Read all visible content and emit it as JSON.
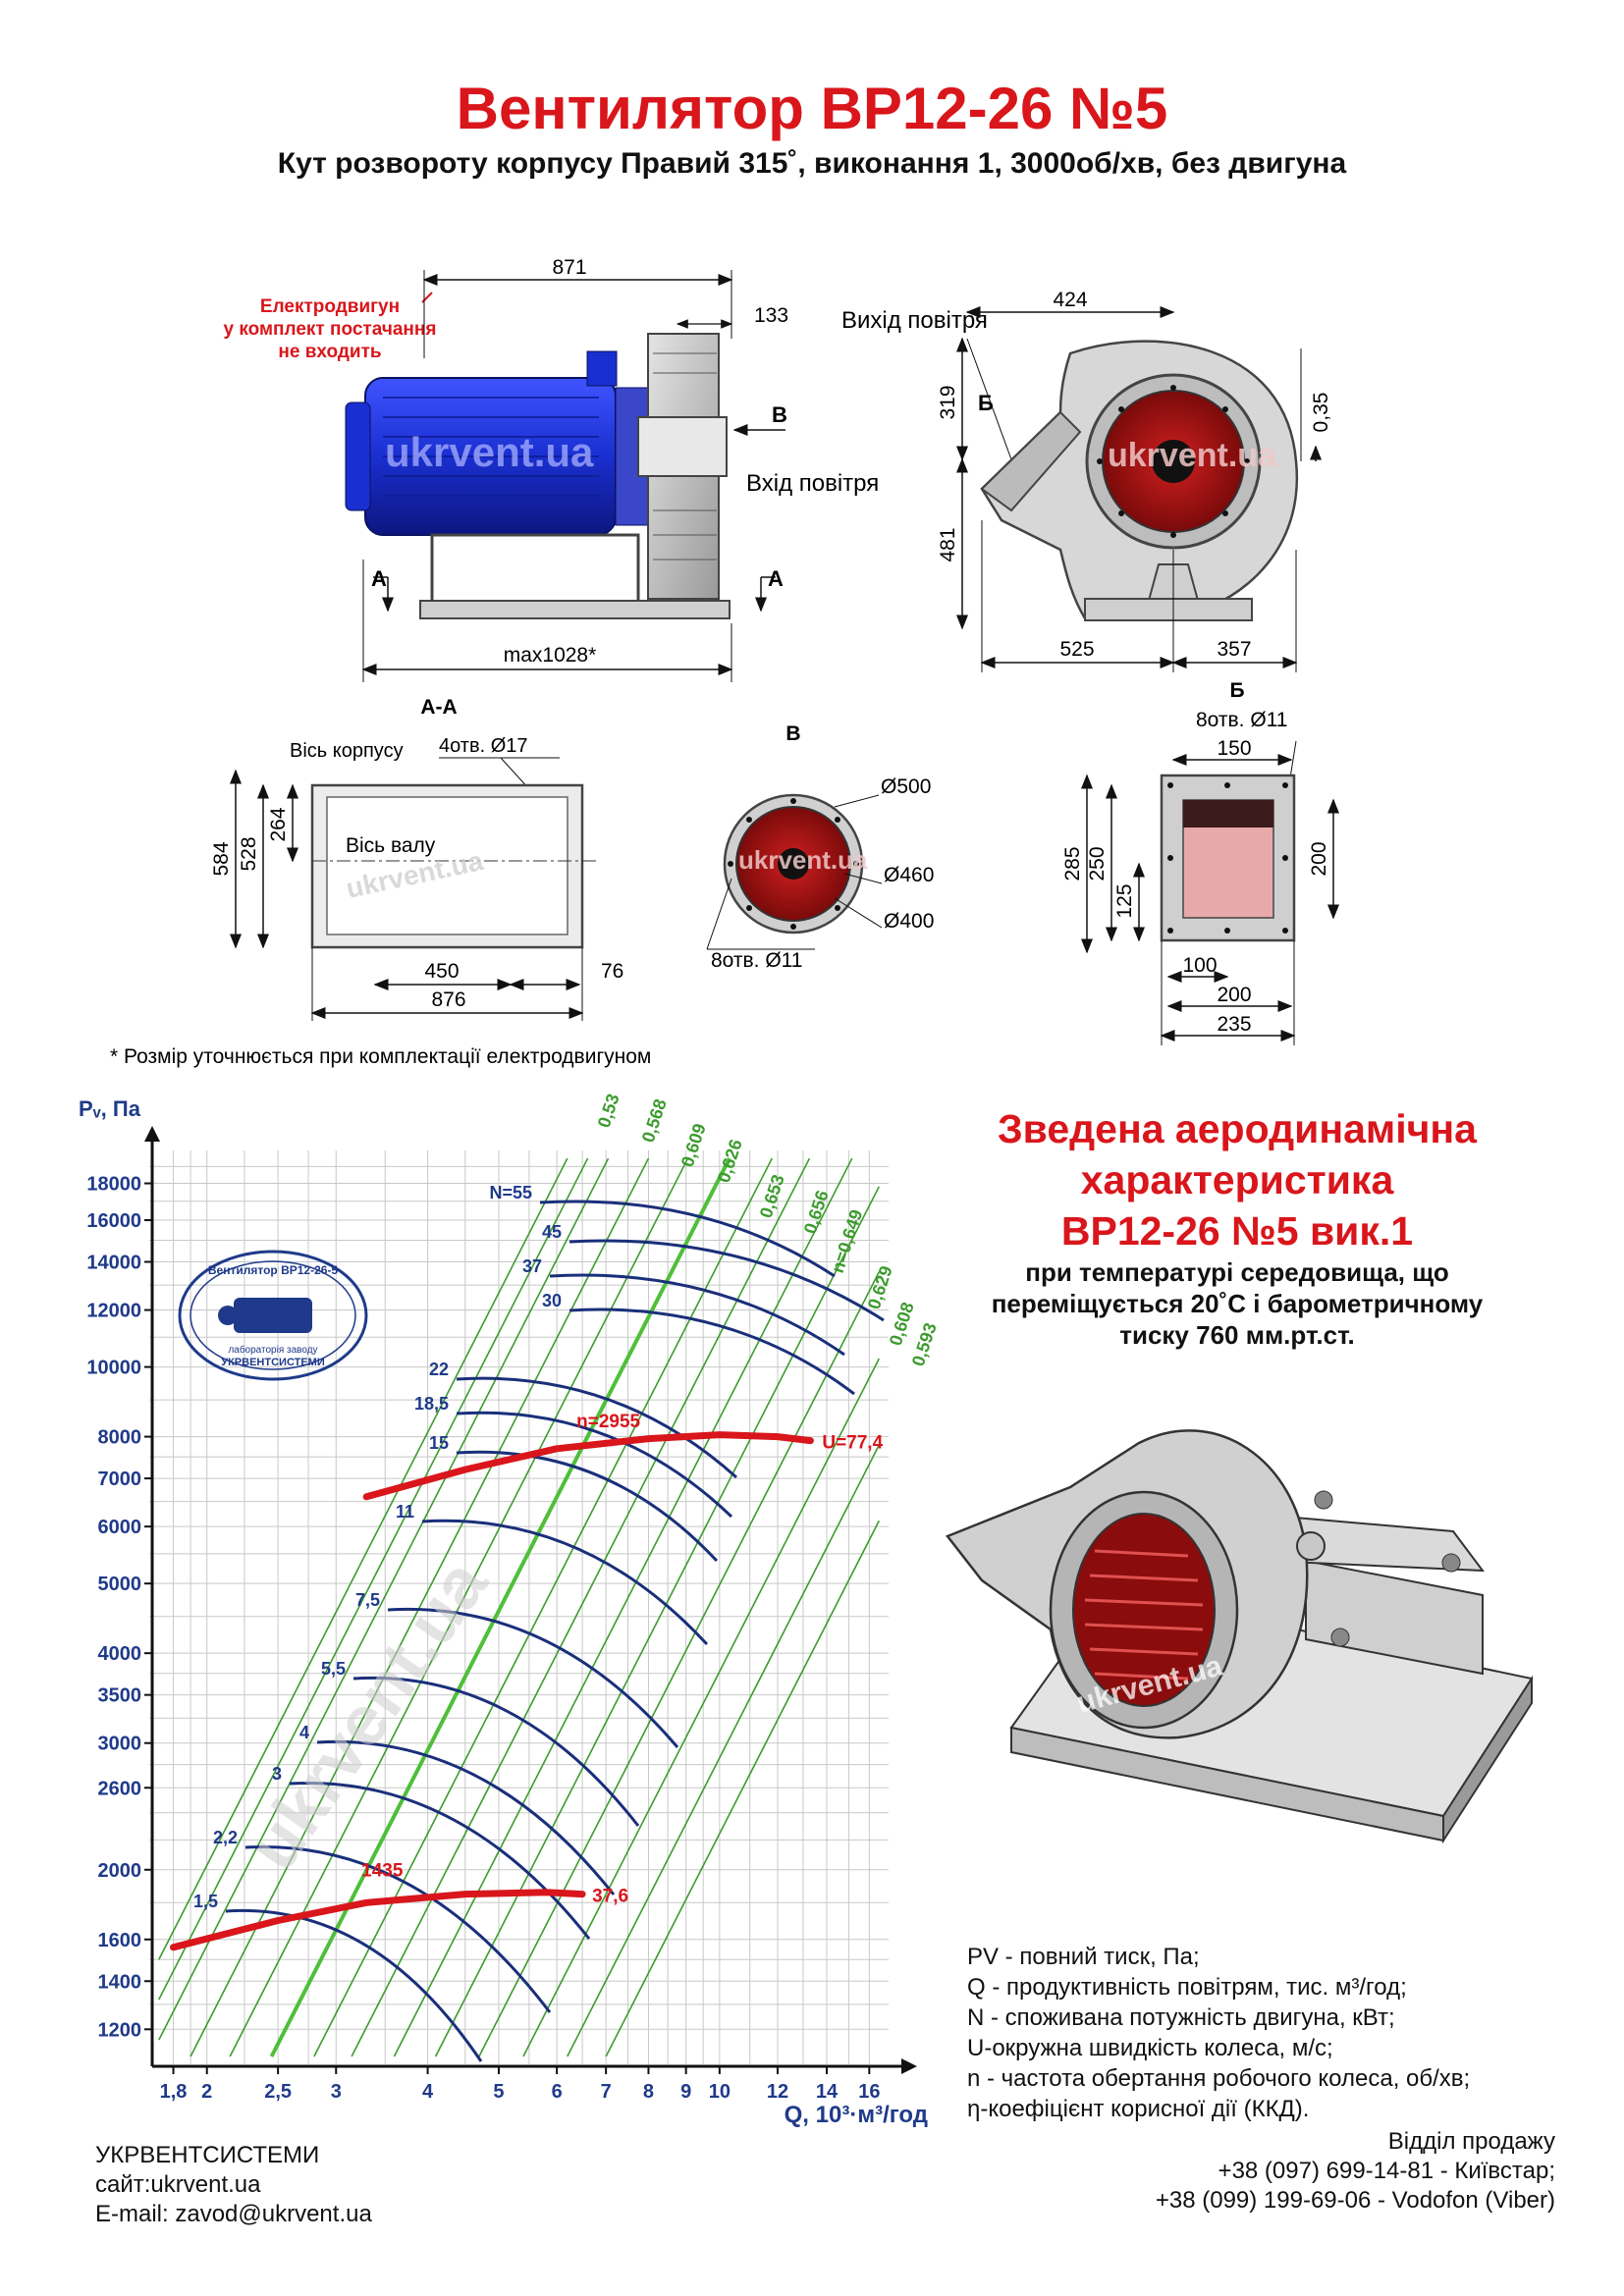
{
  "header": {
    "title": "Вентилятор  ВР12-26 №5",
    "subtitle": "Кут розвороту корпусу Правий 315˚, виконання 1, 3000об/хв, без двигуна"
  },
  "side_view": {
    "motor_note": [
      "Електродвигун",
      "у комплект постачання",
      "не входить"
    ],
    "dim_total": "871",
    "dim_flange": "133",
    "dim_max": "max1028*",
    "label_inlet": "Вхід повітря",
    "label_b": "В",
    "label_a": "A",
    "watermark": "ukrvent.ua"
  },
  "front_view": {
    "label_outlet": "Вихід повітря",
    "dim_424": "424",
    "dim_319": "319",
    "dim_481": "481",
    "dim_525": "525",
    "dim_357": "357",
    "dim_035": "0,35",
    "label_b": "Б"
  },
  "section_aa": {
    "title": "А-А",
    "axis_body": "Вісь корпусу",
    "holes": "4отв. Ø17",
    "axis_shaft": "Вісь валу",
    "dims": {
      "d584": "584",
      "d528": "528",
      "d264": "264",
      "d450": "450",
      "d76": "76",
      "d876": "876"
    }
  },
  "view_b": {
    "title": "В",
    "d500": "Ø500",
    "d460": "Ø460",
    "d400": "Ø400",
    "holes": "8отв. Ø11"
  },
  "view_bb": {
    "title": "Б",
    "holes": "8отв. Ø11",
    "dims": {
      "d150": "150",
      "d285": "285",
      "d250": "250",
      "d125": "125",
      "d200v": "200",
      "d100": "100",
      "d200h": "200",
      "d235": "235"
    }
  },
  "footnote": "* Розмір уточнюється при комплектації електродвигуном",
  "characteristic": {
    "title_lines": [
      "Зведена аеродинамічна",
      "характеристика",
      "ВР12-26 №5 вик.1"
    ],
    "sub_lines": [
      "при температурі середовища, що",
      "переміщується 20˚С і барометричному",
      "тиску 760 мм.рт.ст."
    ]
  },
  "chart_data": {
    "type": "line",
    "title": "",
    "xlabel": "Q, 10³·м³/год",
    "ylabel": "Pᵥ, Па",
    "x_scale": "log",
    "y_scale": "log",
    "x_ticks": [
      "1,8",
      "2",
      "2,5",
      "3",
      "4",
      "5",
      "6",
      "7",
      "8",
      "9",
      "10",
      "12",
      "14",
      "16"
    ],
    "x_tick_values": [
      1.8,
      2,
      2.5,
      3,
      4,
      5,
      6,
      7,
      8,
      9,
      10,
      12,
      14,
      16
    ],
    "y_ticks": [
      "18000",
      "16000",
      "14000",
      "12000",
      "10000",
      "8000",
      "7000",
      "6000",
      "5000",
      "4000",
      "3500",
      "3000",
      "2600",
      "2000",
      "1600",
      "1400",
      "1200"
    ],
    "y_tick_values": [
      18000,
      16000,
      14000,
      12000,
      10000,
      8000,
      7000,
      6000,
      5000,
      4000,
      3500,
      3000,
      2600,
      2000,
      1600,
      1400,
      1200
    ],
    "grid": true,
    "speed_lines": [
      {
        "name": "n=2955",
        "x": [
          3.3,
          4.5,
          6.0,
          8.0,
          10.0,
          12.0,
          13.3
        ],
        "y": [
          6600,
          7200,
          7700,
          7950,
          8050,
          8000,
          7900
        ]
      },
      {
        "name": "1435",
        "x": [
          1.8,
          2.5,
          3.3,
          4.5,
          5.8,
          6.5
        ],
        "y": [
          1560,
          1700,
          1800,
          1850,
          1860,
          1850
        ]
      }
    ],
    "speed_end_labels": [
      "U=77,4",
      "37,6"
    ],
    "power_labels": [
      "N=55",
      "45",
      "37",
      "30",
      "22",
      "18,5",
      "15",
      "11",
      "7,5",
      "5,5",
      "4",
      "3",
      "2,2",
      "1,5"
    ],
    "efficiency_labels": [
      "0,53",
      "0,568",
      "0,609",
      "0,626",
      "0,653",
      "0,656",
      "n=0,649",
      "0,629",
      "0,608",
      "0,593"
    ],
    "stamp_text": [
      "Вентилятор ВР12-26-5",
      "лабораторія заводу",
      "УКРВЕНТСИСТЕМИ"
    ],
    "watermark": "ukrvent.ua"
  },
  "legend": [
    "PV - повний тиск, Па;",
    "Q - продуктивність повітрям, тис. м³/год;",
    "N - споживана потужність двигуна, кВт;",
    "U-окружна швидкість колеса, м/с;",
    "n - частота обертання робочого колеса, об/хв;",
    "η-коефіцієнт корисної дії (ККД)."
  ],
  "footer": {
    "company": "УКРВЕНТСИСТЕМИ",
    "site": "сайт:ukrvent.ua",
    "email": "E-mail: zavod@ukrvent.ua",
    "sales_title": "Відділ продажу",
    "phone1": "+38 (097) 699-14-81 - Київстар;",
    "phone2": "+38 (099) 199-69-06 - Vodofon (Viber)"
  },
  "colors": {
    "accent": "#d9161b",
    "motor": "#1a2fd0",
    "impeller": "#a51010",
    "green": "#3c9b2d",
    "blue": "#1f3a8a"
  }
}
